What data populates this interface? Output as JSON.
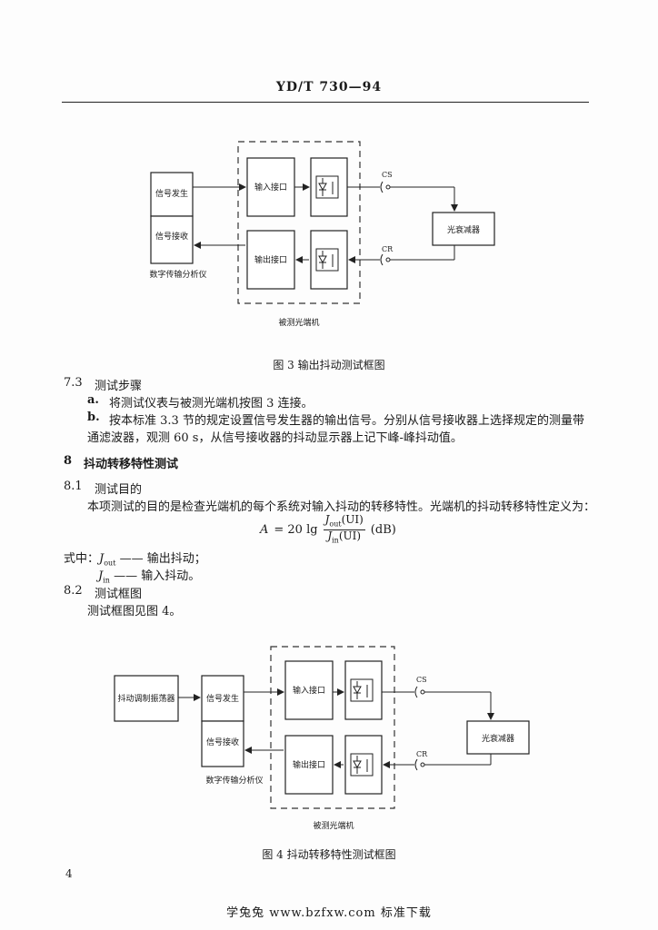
{
  "header": "YD/T 730—94",
  "fig3": {
    "signal_gen": "信号发生",
    "signal_recv": "信号接收",
    "analyzer": "数字传输分析仪",
    "input_if": "输入接口",
    "output_if": "输出接口",
    "cs": "CS",
    "cr": "CR",
    "attenuator": "光衰减器",
    "dut": "被测光端机",
    "caption": "图 3   输出抖动测试框图"
  },
  "sec73": {
    "num": "7.3",
    "title": "测试步骤",
    "a_label": "a.",
    "a_text": "将测试仪表与被测光端机按图 3 连接。",
    "b_label": "b.",
    "b_text1": "按本标准 3.3 节的规定设置信号发生器的输出信号。分别从信号接收器上选择规定的测量带",
    "b_text2": "通滤波器，观测 60 s，从信号接收器的抖动显示器上记下峰-峰抖动值。"
  },
  "sec8": {
    "num": "8",
    "title": "抖动转移特性测试"
  },
  "sec81": {
    "num": "8.1",
    "title": "测试目的",
    "text": "本项测试的目的是检查光端机的每个系统对输入抖动的转移特性。光端机的抖动转移特性定义为："
  },
  "formula": {
    "lhs": "A",
    "eq": "= 20 lg",
    "num": "J",
    "num_sub": "out",
    "num_rest": "(UI)",
    "den": "J",
    "den_sub": "in",
    "den_rest": "(UI)",
    "unit": "(dB)"
  },
  "where": {
    "prefix": "式中：",
    "j1": "J",
    "j1_sub": "out",
    "j1_text": "—— 输出抖动；",
    "j2": "J",
    "j2_sub": "in",
    "j2_text": "—— 输入抖动。"
  },
  "sec82": {
    "num": "8.2",
    "title": "测试框图",
    "text": "测试框图见图 4。"
  },
  "fig4": {
    "jitter_gen": "抖动调制振荡器",
    "signal_gen": "信号发生",
    "signal_recv": "信号接收",
    "analyzer": "数字传输分析仪",
    "input_if": "输入接口",
    "output_if": "输出接口",
    "cs": "CS",
    "cr": "CR",
    "attenuator": "光衰减器",
    "dut": "被测光端机",
    "caption": "图 4   抖动转移特性测试框图"
  },
  "page_number": "4",
  "footer": "学兔兔  www.bzfxw.com  标准下载"
}
